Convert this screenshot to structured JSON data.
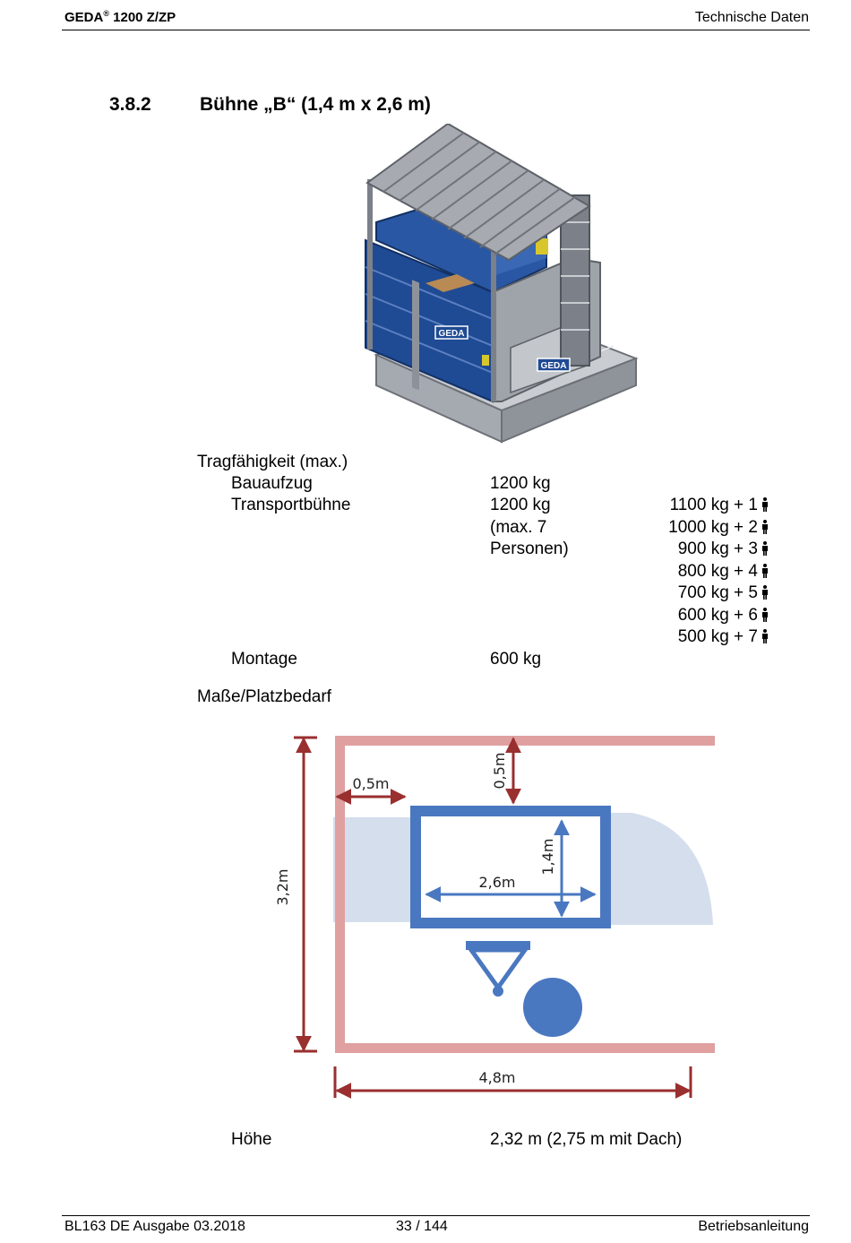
{
  "header": {
    "brand": "GEDA",
    "reg": "®",
    "model": "1200 Z/ZP",
    "section": "Technische Daten"
  },
  "section": {
    "number": "3.8.2",
    "title": "Bühne „B“ (1,4 m x 2,6 m)"
  },
  "platform_logos": [
    "GEDA",
    "GEDA"
  ],
  "capacity": {
    "heading": "Tragfähigkeit (max.)",
    "bauaufzug_label": "Bauaufzug",
    "bauaufzug_value": "1200 kg",
    "transport_label": "Transportbühne",
    "transport_value_1": "1200 kg",
    "transport_value_2": "(max. 7",
    "transport_value_3": "Personen)",
    "combos": [
      "1100 kg + 1",
      "1000 kg + 2",
      "900 kg + 3",
      "800 kg + 4",
      "700 kg + 5",
      "600 kg + 6",
      "500 kg + 7"
    ],
    "montage_label": "Montage",
    "montage_value": "600 kg"
  },
  "dimensions": {
    "heading": "Maße/Platzbedarf",
    "labels": {
      "left_gap": "0,5m",
      "top_gap": "0,5m",
      "depth": "1,4m",
      "width": "2,6m",
      "total_height": "3,2m",
      "total_width": "4,8m"
    },
    "colors": {
      "wall": "#e0a0a0",
      "arrow": "#9a2f2f",
      "platform": "#4a78c0",
      "fill": "#d4deed"
    }
  },
  "height": {
    "label": "Höhe",
    "value": "2,32 m (2,75 m mit Dach)"
  },
  "footer": {
    "doc": "BL163 DE Ausgabe 03.2018",
    "page": "33 / 144",
    "type": "Betriebsanleitung"
  }
}
